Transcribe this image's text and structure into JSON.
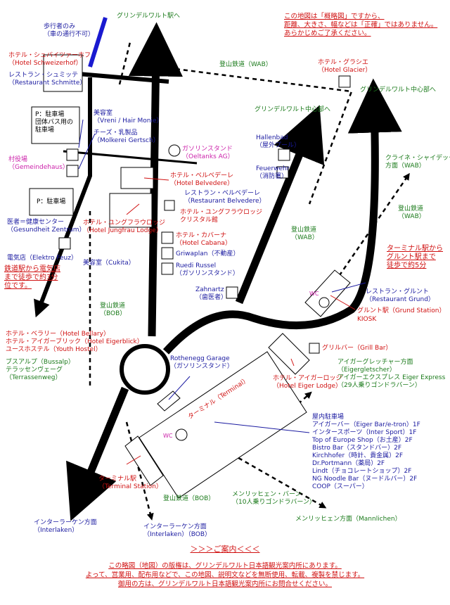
{
  "notice": [
    "この地図は「概略図」ですから、",
    "距離、大きさ、幅などは「正確」ではありません。",
    "あらかじめご了承ください。"
  ],
  "labels": {
    "pedestrian": [
      "歩行者のみ",
      "（車の通行不可）"
    ],
    "grindelwald_station_top": "グリンデルワルト駅へ",
    "hotel_schweizerhof": [
      "ホテル・シュバイツァーホフ",
      "（Hotel Schweizerhof）"
    ],
    "restaurant_schmitte": [
      "レストラン・シュミッテ",
      "（Restaurant Schmitte）"
    ],
    "wab_top": "登山鉄道（WAB）",
    "hotel_glacier": [
      "ホテル・グラシエ",
      "（Hotel Glacier）"
    ],
    "center_right": "グリンデルワルト中心部へ",
    "center_mid": "グリンデルワルト中心部へ",
    "parking_bus": [
      "P：駐車場",
      "団体バス用の",
      "駐車場"
    ],
    "hair_monie": [
      "美容室",
      "（Vreni / Hair Monie）"
    ],
    "gertsch": [
      "チーズ・乳製品",
      "（Molkerei Gertsch）"
    ],
    "oeltanks": [
      "ガソリンスタンド",
      "（Oeltanks AG）"
    ],
    "hallenbad": [
      "Hallenbad",
      "（屋外プール）"
    ],
    "feuerwehr": [
      "Feuerwehr",
      "（消防署）"
    ],
    "gemeindehaus": [
      "村役場",
      "（Gemeindehaus）"
    ],
    "hotel_belvedere": [
      "ホテル・ベルベデーレ",
      "（Hotel Belvedere）"
    ],
    "restaurant_belvedere": [
      "レストラン・ベルベデーレ",
      "（Restaurant Belvedere）"
    ],
    "kleine_scheidegg": [
      "クライネ・シャイデック",
      "方面（WAB）"
    ],
    "parking": "P：駐車場",
    "jungfrau_lodge": [
      "ホテル・ユングフラウロッジ",
      "（Hotel Jungfrau Lodge）"
    ],
    "jungfrau_crystal": [
      "ホテル・ユングフラウロッジ",
      "クリスタル館"
    ],
    "wab_right": [
      "登山鉄道",
      "（WAB）"
    ],
    "gesundheit": [
      "医者＝健康センター",
      "（Gesundheit Zentrum）"
    ],
    "hotel_cabana": [
      "ホテル・カバーナ",
      "（Hotel Cabana）"
    ],
    "wab_mid": [
      "登山鉄道",
      "（WAB）"
    ],
    "elektro": "電気店（Elektro Feuz）",
    "griwaplan": "Griwaplan（不動産）",
    "cukita": "美容室（Cukita）",
    "ruedi": [
      "Ruedi Russel",
      "（ガソリンスタンド）"
    ],
    "walk_terminal": [
      "ターミナル駅から",
      "グルント駅まで",
      "徒歩で約5分"
    ],
    "walk_elektro": [
      "鉄道駅から電気店",
      "まで徒歩で約3分",
      "位です。"
    ],
    "zahnartz": [
      "Zahnartz",
      "（歯医者）"
    ],
    "wc1": "WC",
    "restaurant_grund": [
      "レストラン・グルント",
      "（Restaurant Grund）"
    ],
    "grund_station": "グルント駅（Grund Station）",
    "kiosk": "KIOSK",
    "bob_left": [
      "登山鉄道",
      "（BOB）"
    ],
    "bellary": [
      "ホテル・ベラリー（Hotel Bellary）",
      "ホテル・アイガーブリック（Hotel Eigerblick）",
      "ユースホステル（Youth Hostel）"
    ],
    "grill_bar": "グリルバー（Grill Bar）",
    "bussalp": [
      "ブスアルプ（Bussalp）",
      "テラッセンヴェーグ",
      "（Terrassenweg）"
    ],
    "rothenegg": [
      "Rothenegg Garage",
      "（ガソリンスタンド）"
    ],
    "eiger_lodge": [
      "ホテル・アイガーロッジ",
      "（Hotel Eiger Lodge）"
    ],
    "eigergletscher": [
      "アイガーグレッチャー方面",
      "（Eigergletscher）",
      "アイガーエクスプレス Eiger Express",
      "（29人乗りゴンドラバーン）"
    ],
    "terminal": "ターミナル（Terminal）",
    "wc2": "WC",
    "terminal_shops": [
      "屋内駐車場",
      "アイガーバー（Eiger Bar/e-tron）1F",
      "インタースポーツ（Inter Sport）1F",
      "Top of Europe Shop（お土産）2F",
      "Bistro Bar（スタンドバー）2F",
      "Kirchhofer（時計、貴金属）2F",
      "Dr.Portmann（薬局）2F",
      "Lindt（チョコレートショップ）2F",
      "NG Noodle Bar（ヌードルバー）2F",
      "COOP（スーパー）"
    ],
    "terminal_station": [
      "ターミナル駅",
      "（Terminal Station）"
    ],
    "bob_bottom": "登山鉄道（BOB）",
    "mannlichen_gondola": [
      "メンリッヒェン・バーン",
      "（10人乗りゴンドラバーン）"
    ],
    "interlaken_left": [
      "インターラーケン方面",
      "（Interlaken）"
    ],
    "interlaken_bob": [
      "インターラーケン方面",
      "（Interlaken）（BOB）"
    ],
    "mannlichen": "メンリッヒェン方面（Mannlichen）"
  },
  "info_heading": "＞＞＞ご案内＜＜＜",
  "footer": [
    "この略図（地図）の版権は、グリンデルワルト日本語観光案内所にあります。",
    "よって、営業用、配布用などで、この地図、説明文などを無断使用、転載、複製を禁じます。",
    "御用の方は、グリンデルワルト日本語観光案内所にお問合せください。"
  ],
  "colors": {
    "road": "#000000",
    "pedestrian_path": "#1a1ad0",
    "green": "#1a7a1a",
    "blue": "#1a1aa0",
    "red": "#d01010",
    "magenta": "#cc22aa"
  }
}
